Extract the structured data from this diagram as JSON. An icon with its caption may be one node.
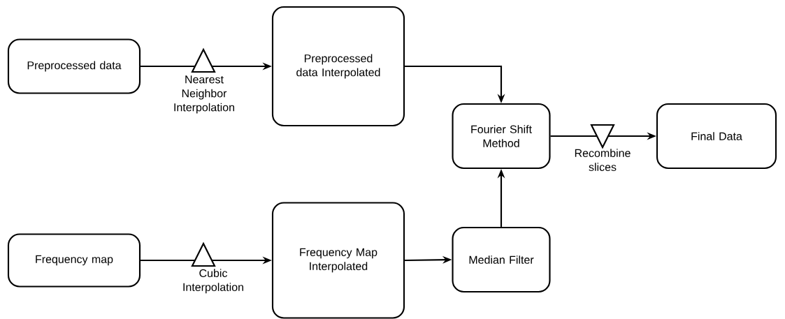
{
  "diagram": {
    "nodes": [
      {
        "text": [
          "Preprocessed data"
        ]
      },
      {
        "text": [
          "Preprocessed data Interpolated"
        ]
      },
      {
        "text": [
          "Fourier Shift Method"
        ]
      },
      {
        "text": [
          "Final Data"
        ]
      },
      {
        "text": [
          "Frequency map"
        ]
      },
      {
        "text": [
          "Frequency Map Interpolated"
        ]
      },
      {
        "text": [
          "Median Filter"
        ]
      }
    ],
    "edges": [
      {
        "from": 0,
        "to": 1,
        "arrow": "to",
        "label": "Nearest Neighbor Interpolation"
      },
      {
        "from": 1,
        "to": 2,
        "arrow": "to"
      },
      {
        "from": 2,
        "to": 3,
        "arrow": "to",
        "label": "Recombine slices"
      },
      {
        "from": 4,
        "to": 5,
        "arrow": "to",
        "label": "Cubic Interpolation"
      },
      {
        "from": 5,
        "to": 6,
        "arrow": "to"
      },
      {
        "from": 6,
        "to": 2,
        "arrow": "to"
      }
    ]
  }
}
